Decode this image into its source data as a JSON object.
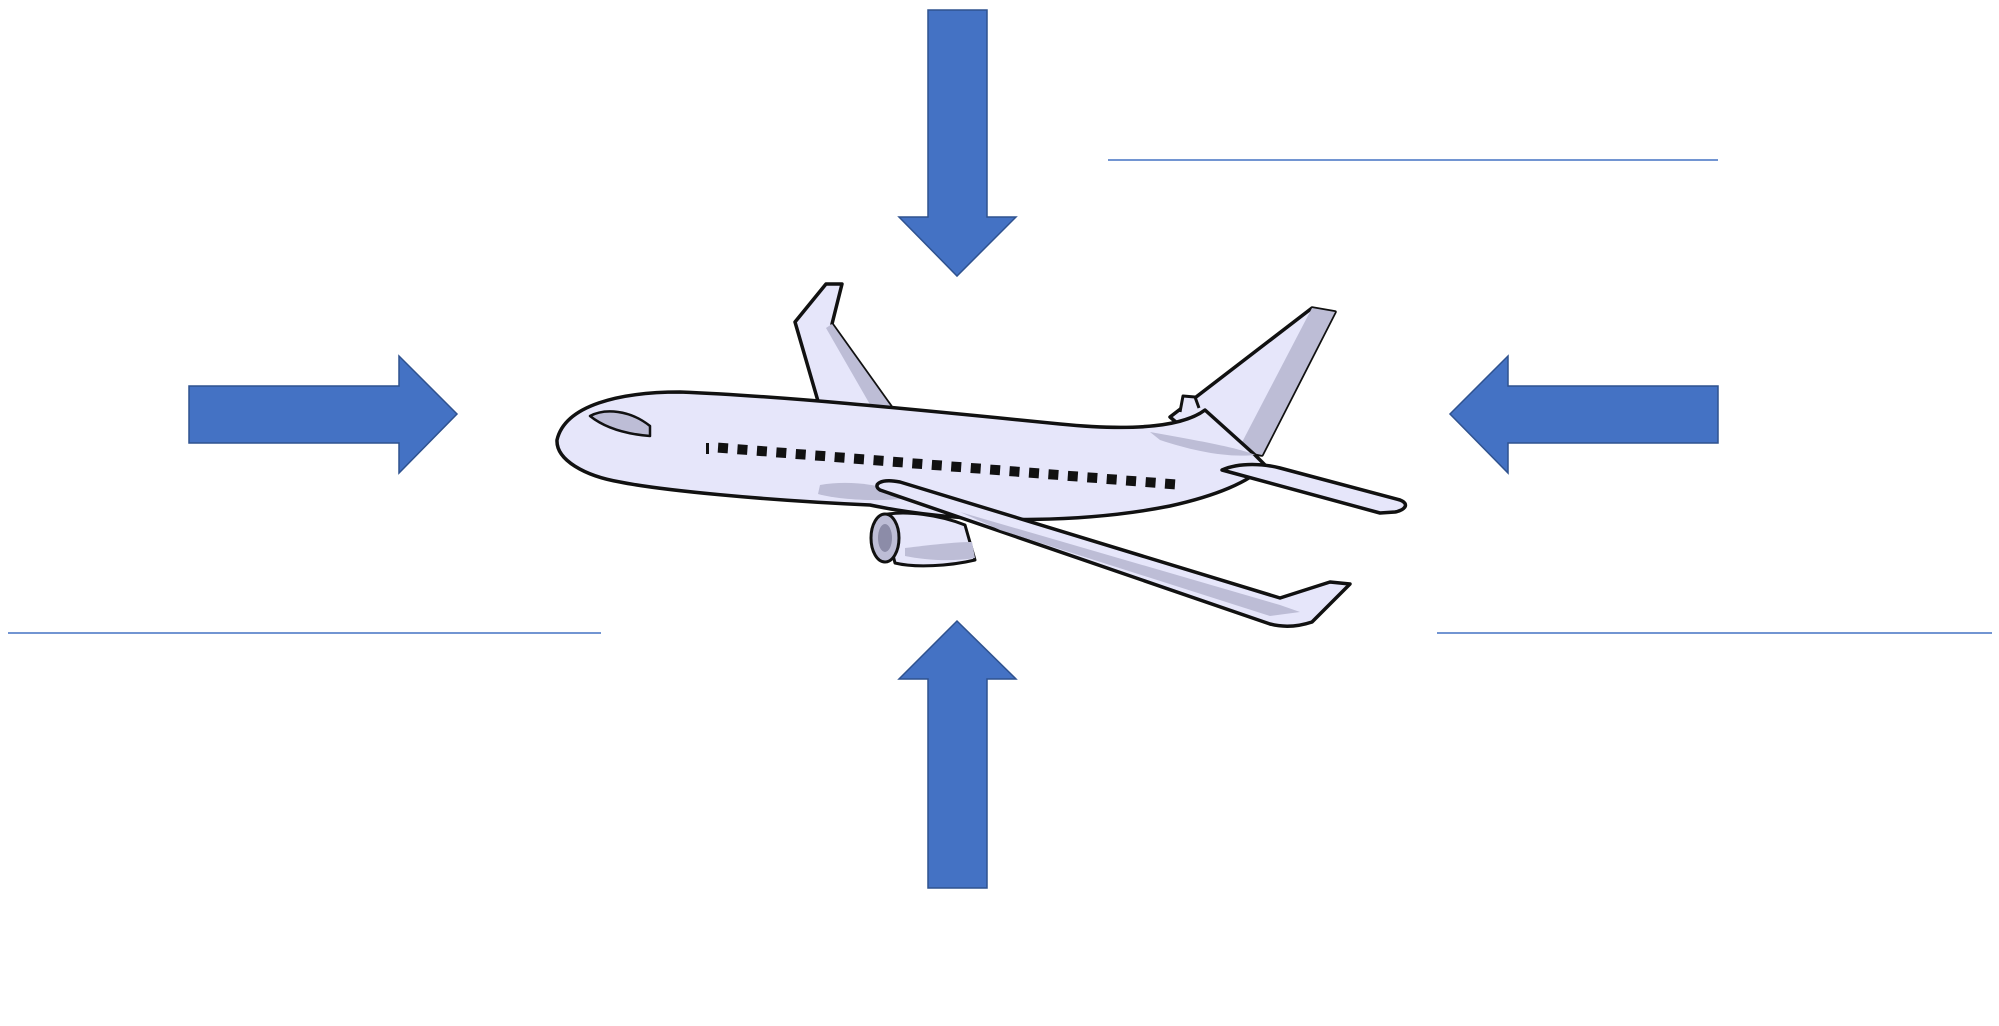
{
  "diagram": {
    "colors": {
      "arrow_fill": "#4472C4",
      "arrow_stroke": "#2F528F",
      "label_line": "#4472C4",
      "plane_body": "#E6E6FA",
      "plane_shadow": "#BDBDD6",
      "plane_outline": "#111111",
      "window": "#111111"
    },
    "icons": {
      "central_image": "airplane-icon",
      "force_arrows": "block-arrow-icon"
    },
    "force_arrows": [
      {
        "id": "arrow-top",
        "direction": "down"
      },
      {
        "id": "arrow-bottom",
        "direction": "up"
      },
      {
        "id": "arrow-left",
        "direction": "right"
      },
      {
        "id": "arrow-right",
        "direction": "left"
      }
    ],
    "label_blanks": [
      {
        "id": "blank-top"
      },
      {
        "id": "blank-left"
      },
      {
        "id": "blank-right"
      },
      {
        "id": "blank-bottom"
      }
    ]
  }
}
